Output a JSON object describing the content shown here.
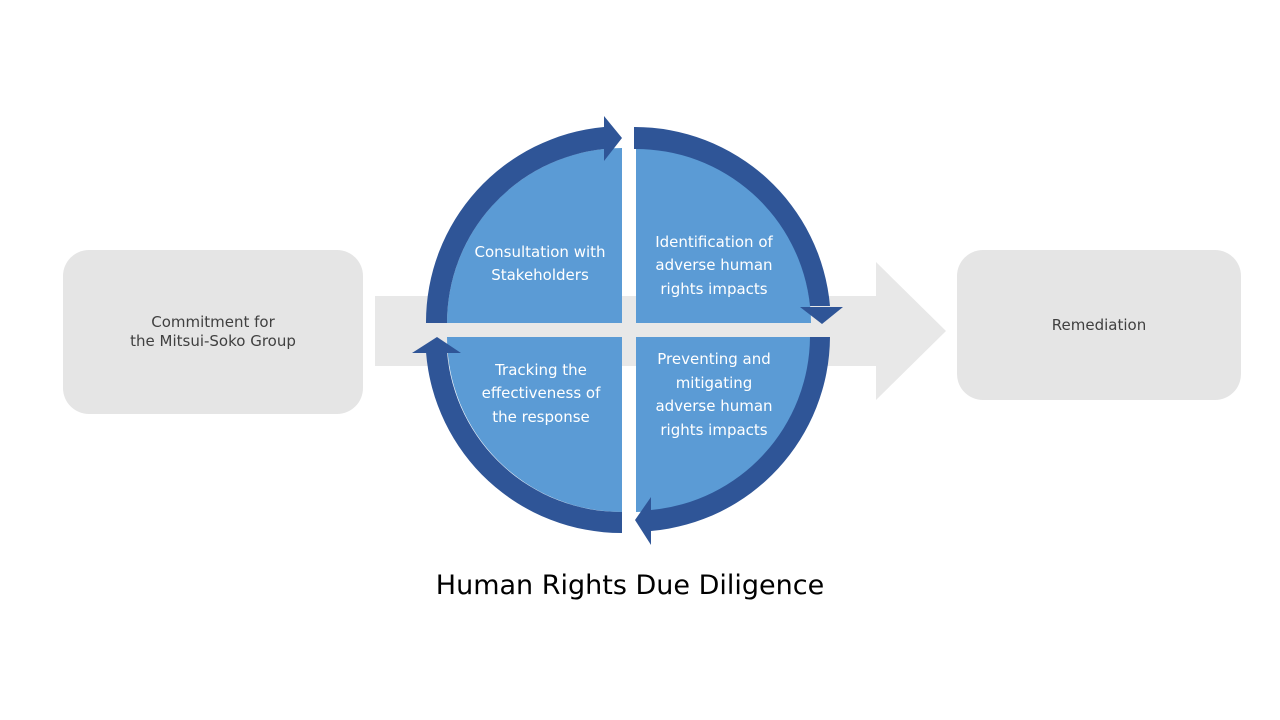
{
  "title": "Human Rights Due Diligence",
  "left_box": {
    "text": "Commitment for\nthe Mitsui-Soko Group"
  },
  "right_box": {
    "text": "Remediation"
  },
  "cycle": {
    "steps": [
      {
        "id": "tl",
        "label": "Consultation with\nStakeholders"
      },
      {
        "id": "tr",
        "label": "Identification of\nadverse human\nrights impacts"
      },
      {
        "id": "br",
        "label": "Preventing and\nmitigating\nadverse human\nrights impacts"
      },
      {
        "id": "bl",
        "label": "Tracking the\neffectiveness of\nthe response"
      }
    ]
  },
  "colors": {
    "box_fill": "#e5e5e5",
    "flow_arrow": "#e8e8e8",
    "quadrant_fill": "#5b9bd5",
    "cycle_arrow": "#2f5597",
    "quadrant_text": "#ffffff",
    "box_text": "#404040"
  }
}
